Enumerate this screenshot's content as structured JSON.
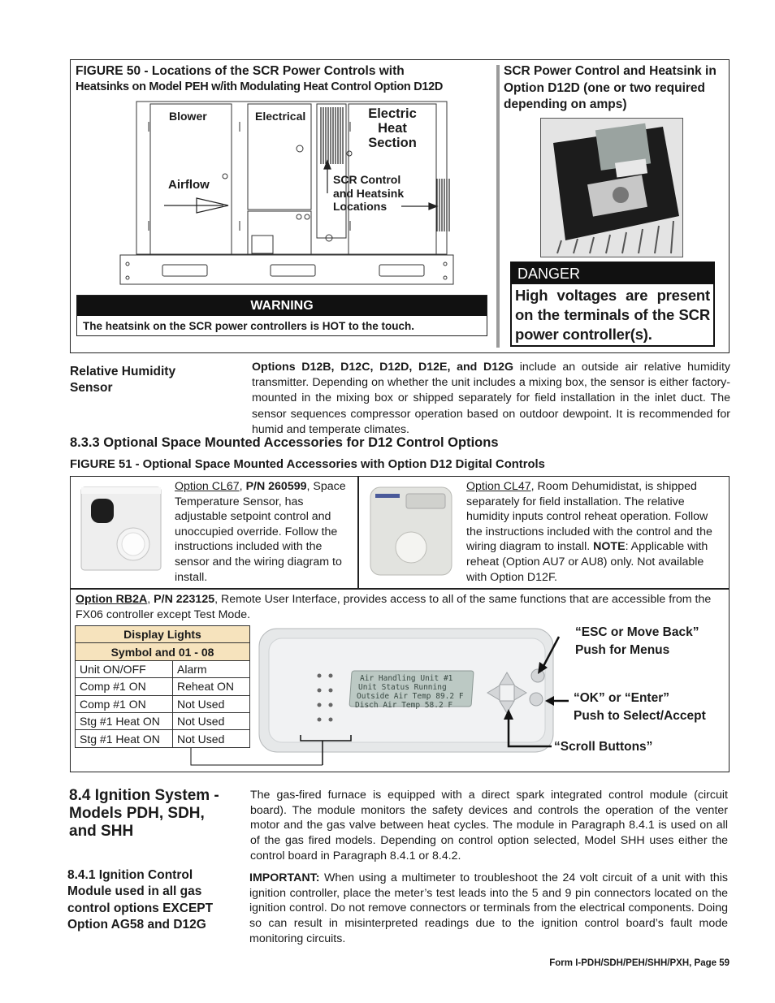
{
  "figure50": {
    "title": "FIGURE 50 - Locations of the SCR Power Controls with",
    "subtitle": "Heatsinks on Model PEH w/ith Modulating Heat Control Option D12D",
    "diagram_labels": {
      "blower": "Blower",
      "electrical": "Electrical",
      "electric_heat": "Electric",
      "electric_heat_2": "Heat",
      "electric_heat_3": "Section",
      "airflow": "Airflow",
      "scr_control_1": "SCR Control",
      "scr_control_2": "and Heatsink",
      "scr_control_3": "Locations"
    },
    "scr_caption": "SCR Power Control and Heatsink in Option D12D (one or two required depending on amps)",
    "warning_head": "WARNING",
    "warning_text": "The heatsink on the SCR power controllers is HOT to the touch.",
    "danger_head": "DANGER",
    "danger_text": "High voltages are present on the terminals of the SCR power controller(s)."
  },
  "relative_humidity": {
    "label": "Relative Humidity Sensor",
    "options_bold": "Options D12B, D12C, D12D, D12E, and D12G",
    "text": " include an outside air relative humidity transmitter. Depending on whether the unit includes a mixing box, the sensor is either factory-mounted in the mixing box or shipped separately for field installation in the inlet duct. The sensor sequences compressor operation based on outdoor dewpoint. It is recommended for humid and temperate climates."
  },
  "section_833": "8.3.3 Optional Space Mounted Accessories for D12 Control Options",
  "figure51": {
    "title": "FIGURE 51 - Optional Space Mounted Accessories with Option D12 Digital Controls",
    "cl67": {
      "option": "Option CL67",
      "sep": ", ",
      "pn": "P/N 260599",
      "text": ", Space Temperature Sensor, has adjustable setpoint control and unoccupied override. Follow the instructions included with the sensor and the wiring diagram to install."
    },
    "cl47": {
      "option": "Option CL47",
      "text": ", Room Dehumidistat, is shipped separately for field installation. The relative humidity inputs control reheat operation. Follow the instructions included with the control and the wiring diagram to install.",
      "note_label": "NOTE",
      "note_text": ": Applicable with reheat (Option AU7 or AU8) only. Not available with Option D12F."
    },
    "rb2a": {
      "option": "Option RB2A",
      "sep": ", ",
      "pn": "P/N 223125",
      "text": ", Remote User Interface, provides access to all of the same functions that are accessible from the FX06 controller except Test Mode."
    },
    "lights_table": {
      "header1": "Display Lights",
      "header2": "Symbol and 01 - 08",
      "rows": [
        [
          "Unit ON/OFF",
          "Alarm"
        ],
        [
          "Comp #1 ON",
          "Reheat ON"
        ],
        [
          "Comp #1 ON",
          "Not Used"
        ],
        [
          "Stg #1 Heat ON",
          "Not Used"
        ],
        [
          "Stg #1 Heat ON",
          "Not Used"
        ]
      ]
    },
    "display_lines": [
      "Air Handling Unit #1",
      "Unit Status     Running",
      "Outside Air Temp  89.2 F",
      "Disch Air Temp   58.2 F"
    ],
    "callouts": {
      "esc_1": "“ESC or Move Back”",
      "esc_2": "Push for Menus",
      "ok_1": "“OK” or “Enter”",
      "ok_2": "Push to Select/Accept",
      "scroll": "“Scroll Buttons”"
    }
  },
  "section_84": {
    "heading": "8.4 Ignition System - Models PDH, SDH, and SHH",
    "para": "The gas-fired furnace is equipped with a direct spark integrated control module (circuit board). The module monitors the safety devices and controls the operation of the venter motor and the gas valve between heat cycles. The module in Paragraph 8.4.1 is used on all of the gas fired models. Depending on control option selected, Model SHH uses either the control board in Paragraph 8.4.1 or 8.4.2.",
    "sub_heading": "8.4.1 Ignition Control Module used in all gas control options EXCEPT Option AG58 and D12G",
    "important_label": "IMPORTANT:",
    "important_text": " When using a multimeter to troubleshoot the 24 volt circuit of a unit with this ignition controller, place the meter’s test leads into the 5 and 9 pin connectors located on the ignition control. Do not remove connectors or terminals from the electrical components. Doing so can result in misinterpreted readings due to the ignition control board’s fault mode monitoring circuits."
  },
  "footer": "Form I-PDH/SDH/PEH/SHH/PXH, Page 59"
}
